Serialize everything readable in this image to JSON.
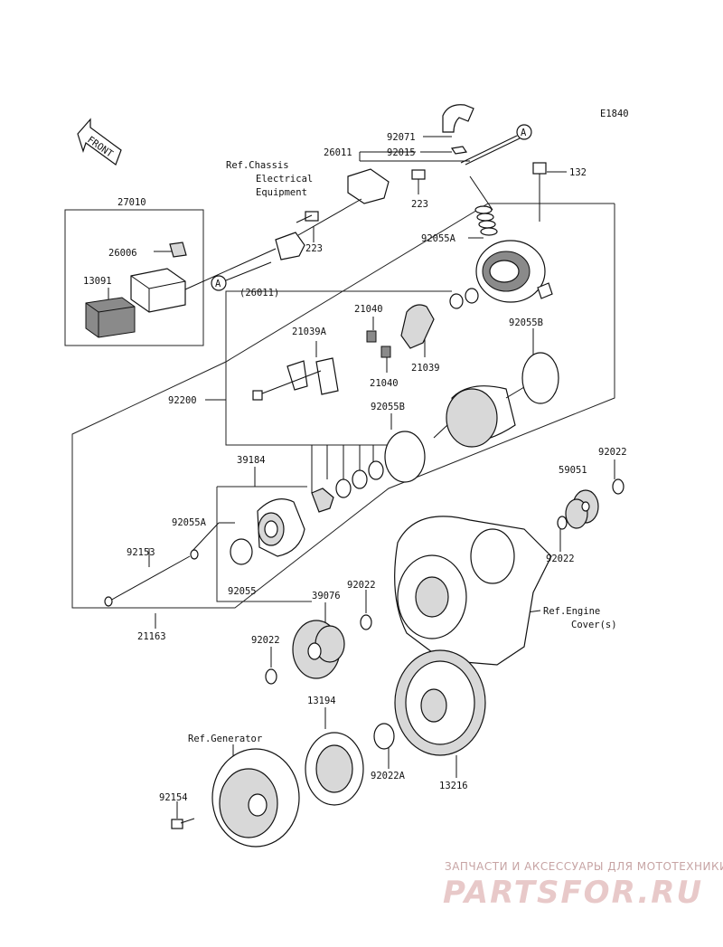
{
  "diagram_code": "E1840",
  "front_arrow_text": "FRONT",
  "connector_letter": "A",
  "refs": {
    "chassis": [
      "Ref.Chassis",
      "Electrical",
      "Equipment"
    ],
    "engine": [
      "Ref.Engine",
      "Cover(s)"
    ],
    "generator": "Ref.Generator"
  },
  "parts": {
    "p92071": "92071",
    "p26011": "26011",
    "p92015": "92015",
    "p132": "132",
    "p223a": "223",
    "p223b": "223",
    "p27010": "27010",
    "p26006": "26006",
    "p13091": "13091",
    "p26011p": "(26011)",
    "p92055A": "92055A",
    "p21040a": "21040",
    "p21039A": "21039A",
    "p21039": "21039",
    "p21040b": "21040",
    "p92055Ba": "92055B",
    "p92200": "92200",
    "p92055Bb": "92055B",
    "p39184": "39184",
    "p92022a": "92022",
    "p59051": "59051",
    "p92055A2": "92055A",
    "p92022b": "92022",
    "p92153": "92153",
    "p92022c": "92022",
    "p92055": "92055",
    "p39076": "39076",
    "p21163": "21163",
    "p92022d": "92022",
    "p13194": "13194",
    "p92022A": "92022A",
    "p13216": "13216",
    "p92154": "92154"
  },
  "watermark": {
    "line1": "ЗАПЧАСТИ И АКСЕССУАРЫ ДЛЯ МОТОТЕХНИКИ",
    "line2": "PARTSFOR.RU"
  }
}
